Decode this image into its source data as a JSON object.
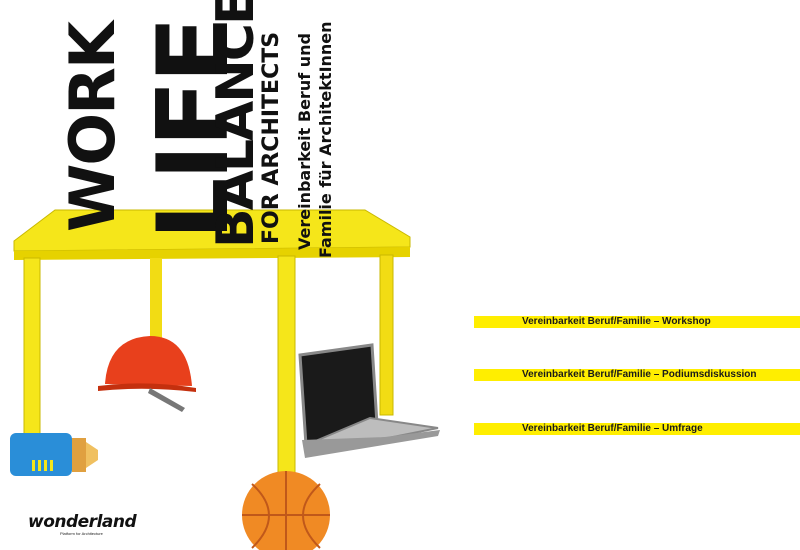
{
  "poster": {
    "line1": "WORK",
    "line2": "LIFE",
    "line3": "BALANCE",
    "line4": "FOR ARCHITECTS",
    "subtitle_line1": "Vereinbarkeit Beruf und",
    "subtitle_line2": "Familie für ArchitektInnen"
  },
  "links": [
    {
      "label": "Vereinbarkeit Beruf/Familie – Workshop"
    },
    {
      "label": "Vereinbarkeit Beruf/Familie – Podiumsdiskussion"
    },
    {
      "label": "Vereinbarkeit Beruf/Familie – Umfrage"
    }
  ],
  "logo": {
    "name": "wonderland",
    "tagline": "Platform for Architecture"
  },
  "colors": {
    "accent_yellow": "#ffee00",
    "table_yellow": "#f5e61a",
    "helmet_red": "#e8401c",
    "ball_orange": "#f08a24",
    "bottle_blue": "#2a8ed8"
  },
  "icons": [
    "table-illustration",
    "hard-hat-icon",
    "laptop-icon",
    "basketball-icon",
    "baby-bottle-icon"
  ]
}
